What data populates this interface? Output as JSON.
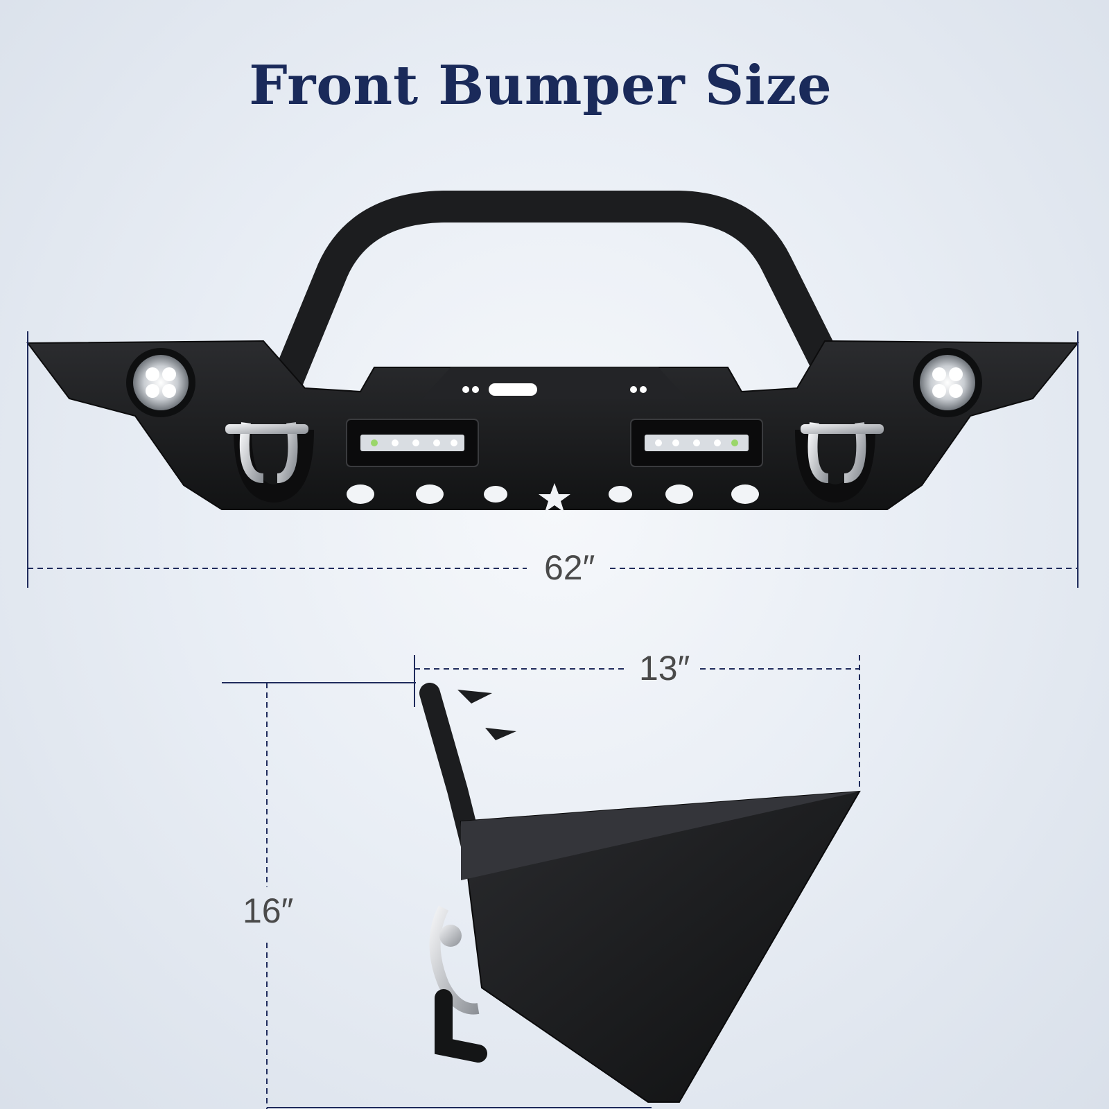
{
  "title": "Front Bumper Size",
  "dimensions": {
    "width": "62″",
    "depth": "13″",
    "height": "16″"
  },
  "colors": {
    "title": "#1a2a5a",
    "dimension_line": "#1f2b5c",
    "bumper": "#1b1c1e",
    "label": "#4a4a4a"
  }
}
